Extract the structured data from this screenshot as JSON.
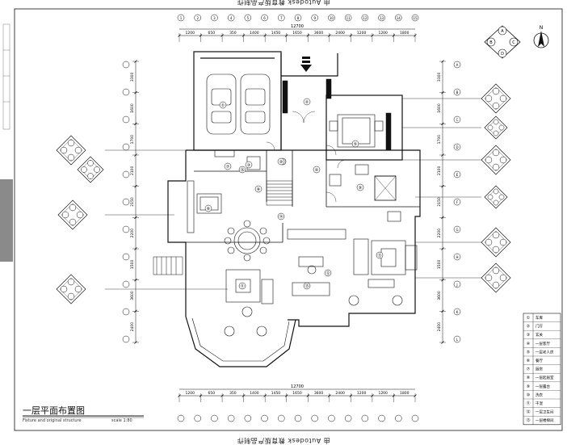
{
  "watermark_top": "由 Autodesk 教育版产品制作",
  "watermark_bottom": "由 Autodesk 教育版产品制作",
  "drawing": {
    "title": "一层平面布置图",
    "subtitle": "Fixture and original structure",
    "scale": "scale 1:80"
  },
  "dimensions": {
    "top_total": "12700",
    "top_segments": [
      "1200",
      "650",
      "350",
      "1400",
      "1450",
      "1650",
      "3600",
      "2400",
      "1200",
      "1200",
      "1800"
    ],
    "bottom_total": "12700",
    "bottom_segments": [
      "1200",
      "650",
      "350",
      "1400",
      "1450",
      "1650",
      "3600",
      "2400",
      "1200",
      "1200",
      "1800"
    ],
    "right_segments": [
      "3300",
      "1600",
      "1700",
      "2100",
      "2150",
      "2200",
      "1500",
      "3600",
      "2400"
    ],
    "left_segments": [
      "3300",
      "1600",
      "1700",
      "2100",
      "2150",
      "2200",
      "1500",
      "3600",
      "2400"
    ]
  },
  "grid_axes": {
    "top": [
      "1",
      "2",
      "3",
      "4",
      "5",
      "6",
      "7",
      "8",
      "9",
      "10",
      "11",
      "12",
      "13",
      "14",
      "15"
    ],
    "right": [
      "A",
      "B",
      "C",
      "D",
      "E",
      "F",
      "G",
      "H",
      "J",
      "K",
      "L"
    ]
  },
  "compass": {
    "north": "N",
    "labels": [
      "A",
      "B",
      "C",
      "D"
    ]
  },
  "legend": [
    {
      "no": "①",
      "name": "车库"
    },
    {
      "no": "②",
      "name": "门厅"
    },
    {
      "no": "③",
      "name": "玄关"
    },
    {
      "no": "④",
      "name": "一层客厅"
    },
    {
      "no": "⑤",
      "name": "一层老人房"
    },
    {
      "no": "⑥",
      "name": "餐厅"
    },
    {
      "no": "⑦",
      "name": "厨房"
    },
    {
      "no": "⑧",
      "name": "一层起居室"
    },
    {
      "no": "⑨",
      "name": "一层露台"
    },
    {
      "no": "⑩",
      "name": "洗衣"
    },
    {
      "no": "⑪",
      "name": "干湿"
    },
    {
      "no": "⑫",
      "name": "一层卫生间"
    },
    {
      "no": "⑬",
      "name": "一层楼梯间"
    }
  ],
  "room_tags": [
    "①",
    "②",
    "③",
    "④",
    "⑤",
    "⑥",
    "⑦",
    "⑧",
    "⑨",
    "⑩",
    "⑪",
    "⑫",
    "⑬",
    "⑭",
    "⑮",
    "⑯"
  ],
  "colors": {
    "line": "#111111",
    "light": "#555555",
    "sidebar": "#8a8a8a"
  }
}
